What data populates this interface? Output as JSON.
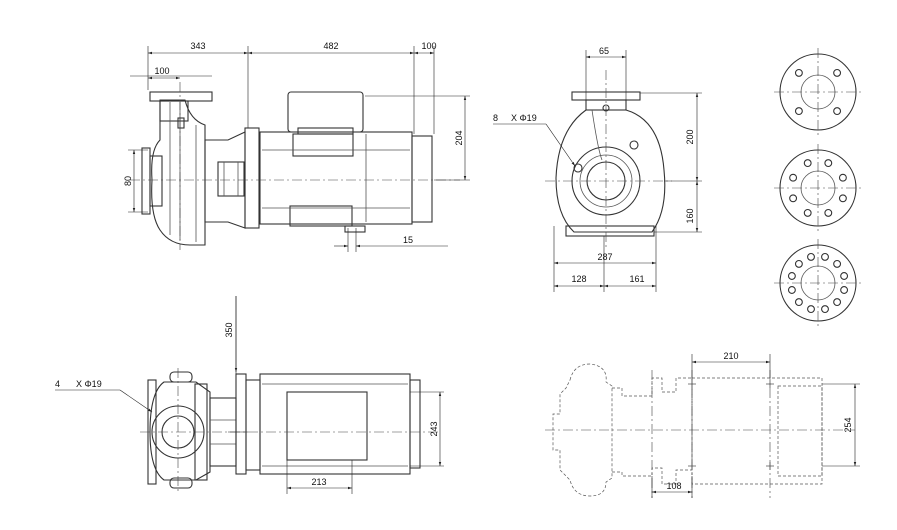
{
  "front_view": {
    "dims": {
      "len_343": "343",
      "len_482": "482",
      "len_100_top": "100",
      "len_100_inlet": "100",
      "height_204": "204",
      "dia_80": "80",
      "len_15": "15"
    }
  },
  "side_view": {
    "dims": {
      "width_65": "65",
      "holes_count": "8",
      "holes_dia": "X Φ19",
      "height_200": "200",
      "height_160": "160",
      "width_287": "287",
      "width_128": "128",
      "width_161": "161"
    }
  },
  "top_view": {
    "dims": {
      "holes_count": "4",
      "holes_dia": "X Φ19",
      "height_350": "350",
      "height_243": "243",
      "width_213": "213"
    }
  },
  "base_view": {
    "dims": {
      "width_210": "210",
      "height_254": "254",
      "width_108": "108"
    }
  }
}
